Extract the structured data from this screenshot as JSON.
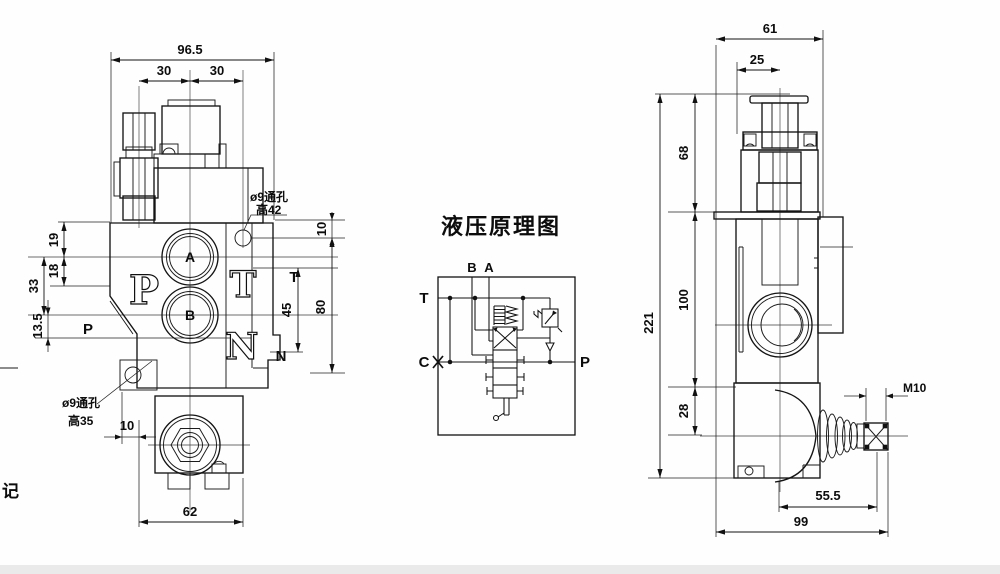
{
  "front_view": {
    "d965": "96.5",
    "d30a": "30",
    "d30b": "30",
    "d19": "19",
    "d18": "18",
    "d33": "33",
    "d135": "13.5",
    "d10t": "10",
    "d80": "80",
    "d45": "45",
    "d10b": "10",
    "d62": "62",
    "portA": "A",
    "portB": "B",
    "bigP": "P",
    "bigT": "T",
    "bigN": "N",
    "smallP": "P",
    "smallT": "T",
    "smallN": "N",
    "noteTop1": "ø9通孔",
    "noteTop2": "高42",
    "noteBot1": "ø9通孔",
    "noteBot2": "高35"
  },
  "schematic": {
    "title": "液压原理图",
    "pB": "B",
    "pA": "A",
    "pT": "T",
    "pC": "C",
    "pP": "P"
  },
  "side_view": {
    "d61": "61",
    "d25": "25",
    "d68": "68",
    "d100": "100",
    "d221": "221",
    "d28": "28",
    "m10": "M10",
    "d555": "55.5",
    "d99": "99"
  },
  "misc": {
    "revision_mark": "记"
  }
}
